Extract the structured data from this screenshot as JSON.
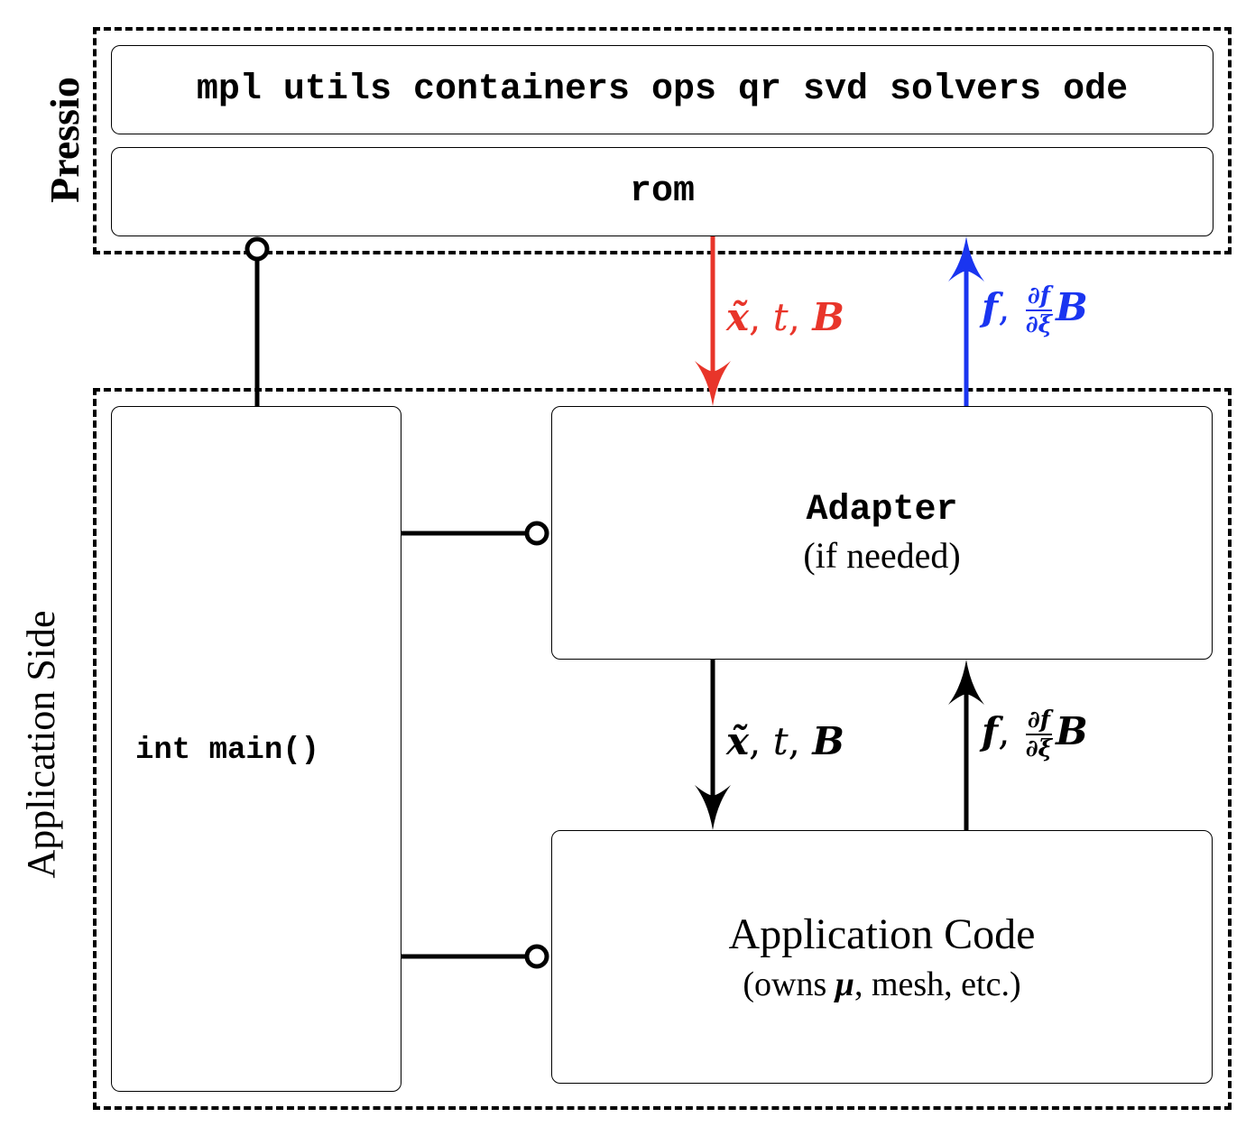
{
  "pressio": {
    "side_label": "Pressio",
    "modules_label": "mpl utils containers ops qr svd solvers ode",
    "rom_label": "rom"
  },
  "application": {
    "side_label": "Application Side",
    "main_label": "int main()",
    "adapter_title": "Adapter",
    "adapter_subtitle": "(if needed)",
    "app_code_title": "Application Code",
    "app_code_sub_before": "(owns ",
    "app_code_mu": "μ",
    "app_code_sub_after": ", mesh, etc.)"
  },
  "arrows": {
    "down_state": {
      "x": "x̃",
      "sep1": ", ",
      "t": "t",
      "sep2": ", ",
      "B": "B"
    },
    "up_residual": {
      "f": "f",
      "sep": ", ",
      "num": "∂f",
      "den": "∂ξ",
      "B": "B"
    }
  },
  "colors": {
    "red": "#e8352a",
    "blue": "#1a35f0",
    "black": "#000000"
  }
}
